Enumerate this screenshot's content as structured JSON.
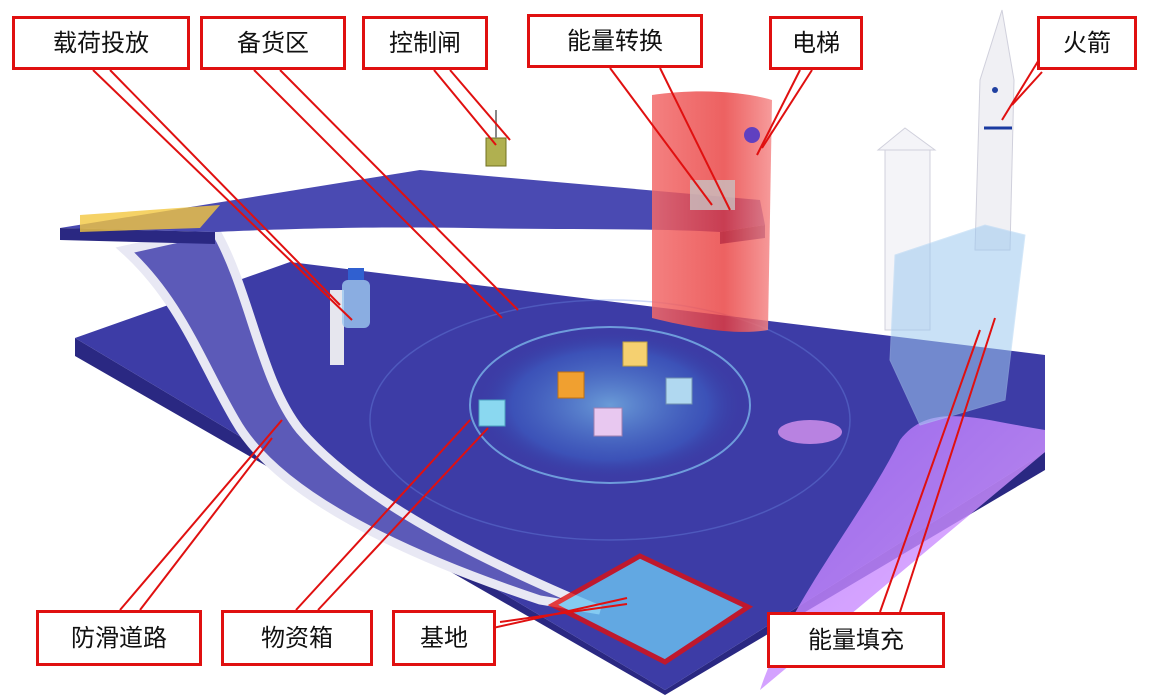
{
  "labels": {
    "payload_drop": "载荷投放",
    "staging_area": "备货区",
    "control_gate": "控制闸",
    "energy_conversion": "能量转换",
    "elevator": "电梯",
    "rocket": "火箭",
    "anti_slip_road": "防滑道路",
    "supply_box": "物资箱",
    "base": "基地",
    "energy_fill": "能量填充"
  },
  "colors": {
    "label_border": "#e01010",
    "leader_line": "#e01010",
    "board_top": "#3b3aa0",
    "board_side": "#2a2882",
    "road": "#5c5ab8",
    "road_edge": "#e8e8f4",
    "elevator_glass": "#f04a4a",
    "energy_tank": "#9ec9f0",
    "base_pad": "#6cc4f2"
  }
}
